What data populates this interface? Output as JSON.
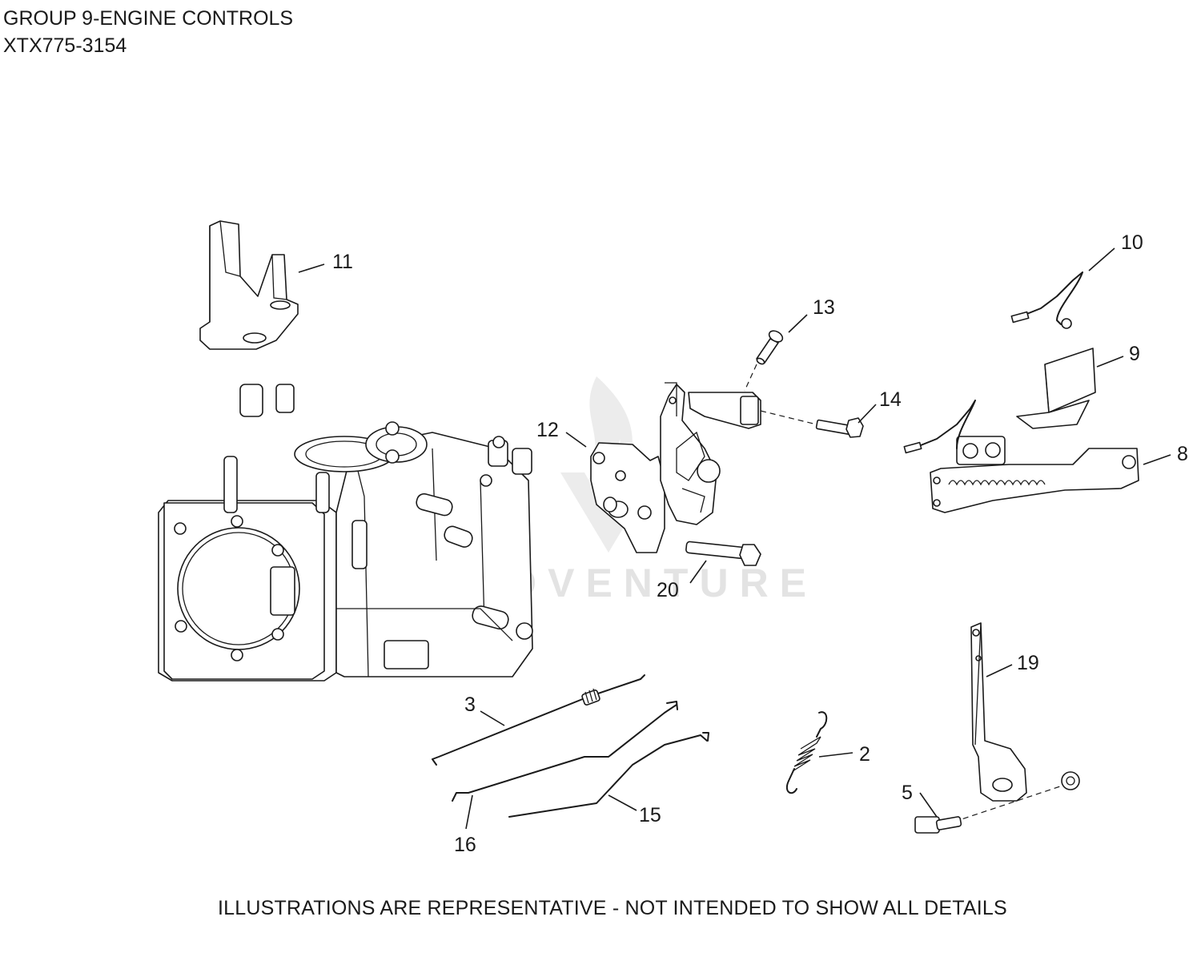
{
  "header": {
    "group_title": "GROUP 9-ENGINE CONTROLS",
    "model": "XTX775-3154"
  },
  "footer": {
    "disclaimer": "ILLUSTRATIONS ARE REPRESENTATIVE - NOT INTENDED TO SHOW ALL DETAILS"
  },
  "watermark": {
    "text": "LEADVENTURE"
  },
  "callouts": {
    "c11": "11",
    "c13": "13",
    "c10": "10",
    "c9": "9",
    "c14": "14",
    "c12": "12",
    "c8": "8",
    "c20": "20",
    "c19": "19",
    "c3": "3",
    "c2": "2",
    "c5": "5",
    "c15": "15",
    "c16": "16"
  }
}
